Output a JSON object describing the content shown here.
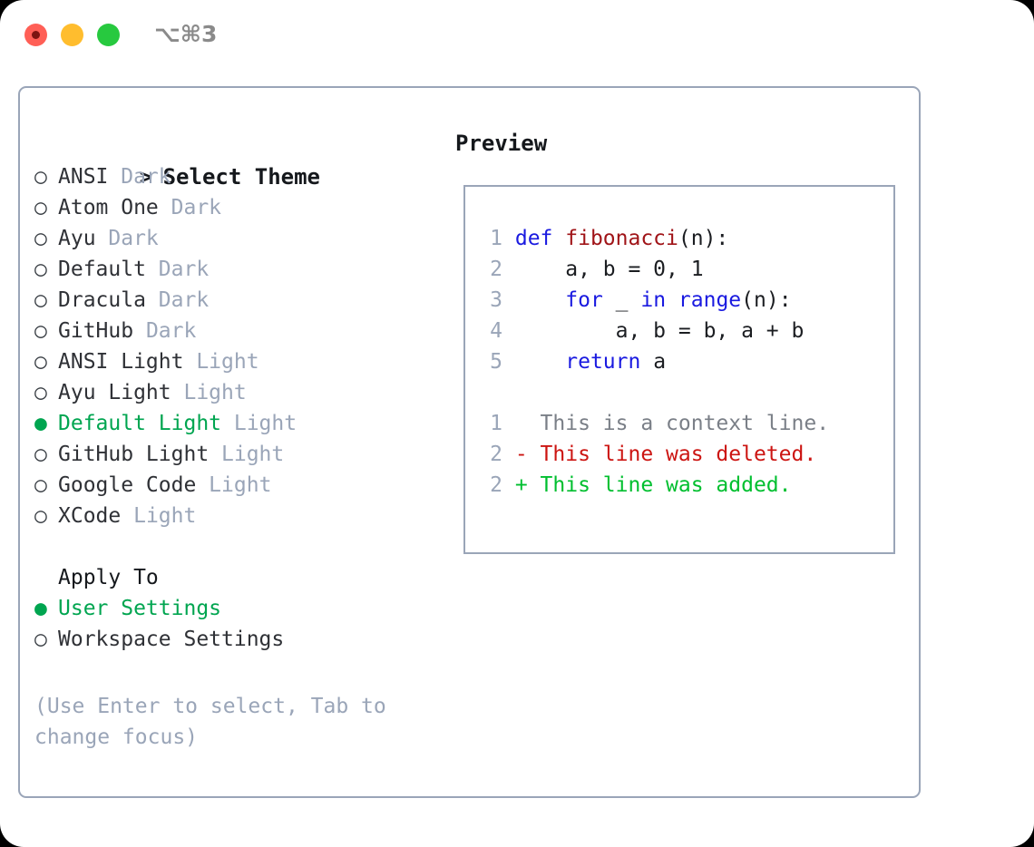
{
  "titlebar": {
    "shortcut": "⌥⌘3",
    "buttons": [
      "close",
      "minimize",
      "zoom"
    ]
  },
  "left_panel": {
    "heading": {
      "caret": ">",
      "label": "Select Theme"
    },
    "markers": {
      "selected": "●",
      "unselected": "○"
    },
    "themes": [
      {
        "marker": "○",
        "name": "ANSI",
        "suffix": "Dark",
        "selected": false
      },
      {
        "marker": "○",
        "name": "Atom One",
        "suffix": "Dark",
        "selected": false
      },
      {
        "marker": "○",
        "name": "Ayu",
        "suffix": "Dark",
        "selected": false
      },
      {
        "marker": "○",
        "name": "Default",
        "suffix": "Dark",
        "selected": false
      },
      {
        "marker": "○",
        "name": "Dracula",
        "suffix": "Dark",
        "selected": false
      },
      {
        "marker": "○",
        "name": "GitHub",
        "suffix": "Dark",
        "selected": false
      },
      {
        "marker": "○",
        "name": "ANSI Light",
        "suffix": "Light",
        "selected": false
      },
      {
        "marker": "○",
        "name": "Ayu Light",
        "suffix": "Light",
        "selected": false
      },
      {
        "marker": "●",
        "name": "Default Light",
        "suffix": "Light",
        "selected": true
      },
      {
        "marker": "○",
        "name": "GitHub Light",
        "suffix": "Light",
        "selected": false
      },
      {
        "marker": "○",
        "name": "Google Code",
        "suffix": "Light",
        "selected": false
      },
      {
        "marker": "○",
        "name": "XCode",
        "suffix": "Light",
        "selected": false
      }
    ],
    "apply_to": {
      "heading": "Apply To",
      "options": [
        {
          "marker": "●",
          "name": "User Settings",
          "selected": true
        },
        {
          "marker": "○",
          "name": "Workspace Settings",
          "selected": false
        }
      ]
    },
    "hint": "(Use Enter to select, Tab to change focus)"
  },
  "preview": {
    "title": "Preview",
    "code_lines": [
      {
        "num": "1",
        "segments": [
          {
            "t": "def ",
            "c": "kw"
          },
          {
            "t": "fibonacci",
            "c": "fn"
          },
          {
            "t": "(n):",
            "c": "ctext"
          }
        ]
      },
      {
        "num": "2",
        "segments": [
          {
            "t": "    a, b = 0, 1",
            "c": "ctext"
          }
        ]
      },
      {
        "num": "3",
        "segments": [
          {
            "t": "    ",
            "c": "ctext"
          },
          {
            "t": "for",
            "c": "kw"
          },
          {
            "t": " _ ",
            "c": "ctext"
          },
          {
            "t": "in",
            "c": "kw"
          },
          {
            "t": " ",
            "c": "ctext"
          },
          {
            "t": "range",
            "c": "kw"
          },
          {
            "t": "(n):",
            "c": "ctext"
          }
        ]
      },
      {
        "num": "4",
        "segments": [
          {
            "t": "        a, b = b, a + b",
            "c": "ctext"
          }
        ]
      },
      {
        "num": "5",
        "segments": [
          {
            "t": "    ",
            "c": "ctext"
          },
          {
            "t": "return",
            "c": "kw"
          },
          {
            "t": " a",
            "c": "ctext"
          }
        ]
      }
    ],
    "diff_lines": [
      {
        "num": "1",
        "sign": " ",
        "text": "  This is a context line.",
        "kind": "dctx"
      },
      {
        "num": "2",
        "sign": "-",
        "text": "- This line was deleted.",
        "kind": "ddel"
      },
      {
        "num": "2",
        "sign": "+",
        "text": "+ This line was added.",
        "kind": "dadd"
      }
    ]
  },
  "colors": {
    "accent_green": "#00a550",
    "diff_added": "#00bf2f",
    "diff_removed": "#cc1512",
    "keyword_blue": "#1a1ae0",
    "function_red": "#a01418",
    "muted": "#9aa5b8",
    "border": "#9aa5b8"
  }
}
